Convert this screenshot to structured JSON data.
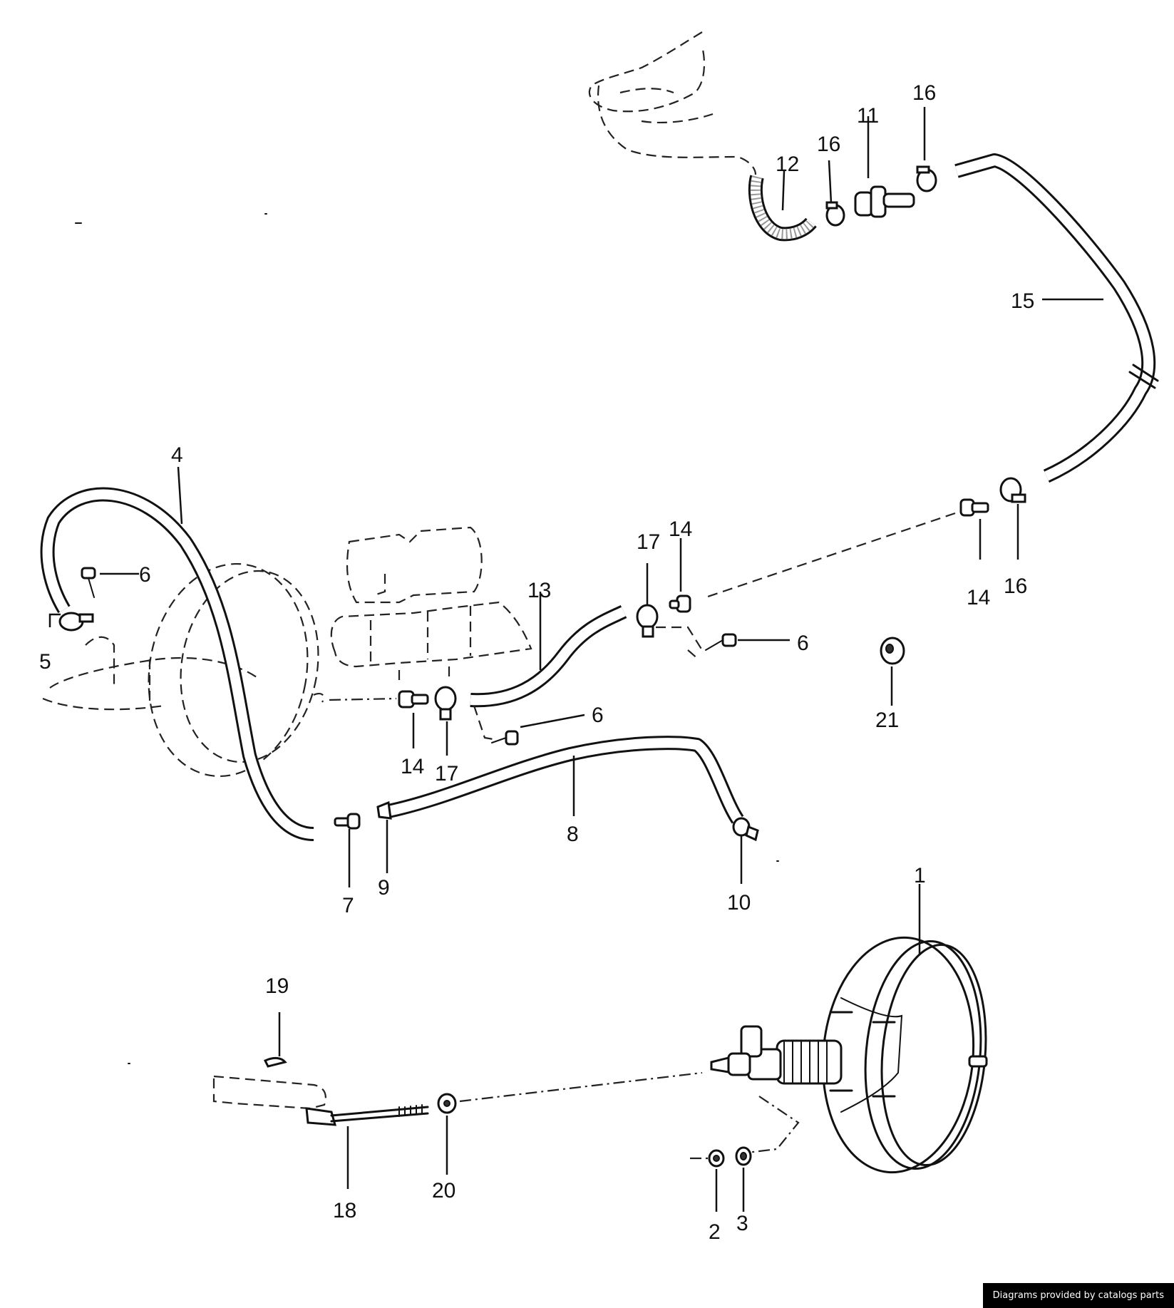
{
  "labels": {
    "l1": "1",
    "l2": "2",
    "l3": "3",
    "l4": "4",
    "l5": "5",
    "l6a": "6",
    "l6b": "6",
    "l6c": "6",
    "l7": "7",
    "l8": "8",
    "l9": "9",
    "l10": "10",
    "l11": "11",
    "l12": "12",
    "l13": "13",
    "l14a": "14",
    "l14b": "14",
    "l14c": "14",
    "l15": "15",
    "l16a": "16",
    "l16b": "16",
    "l16c": "16",
    "l17a": "17",
    "l17b": "17",
    "l18": "18",
    "l19": "19",
    "l20": "20",
    "l21": "21"
  },
  "footer": {
    "credit": "Diagrams provided by catalogs parts"
  }
}
